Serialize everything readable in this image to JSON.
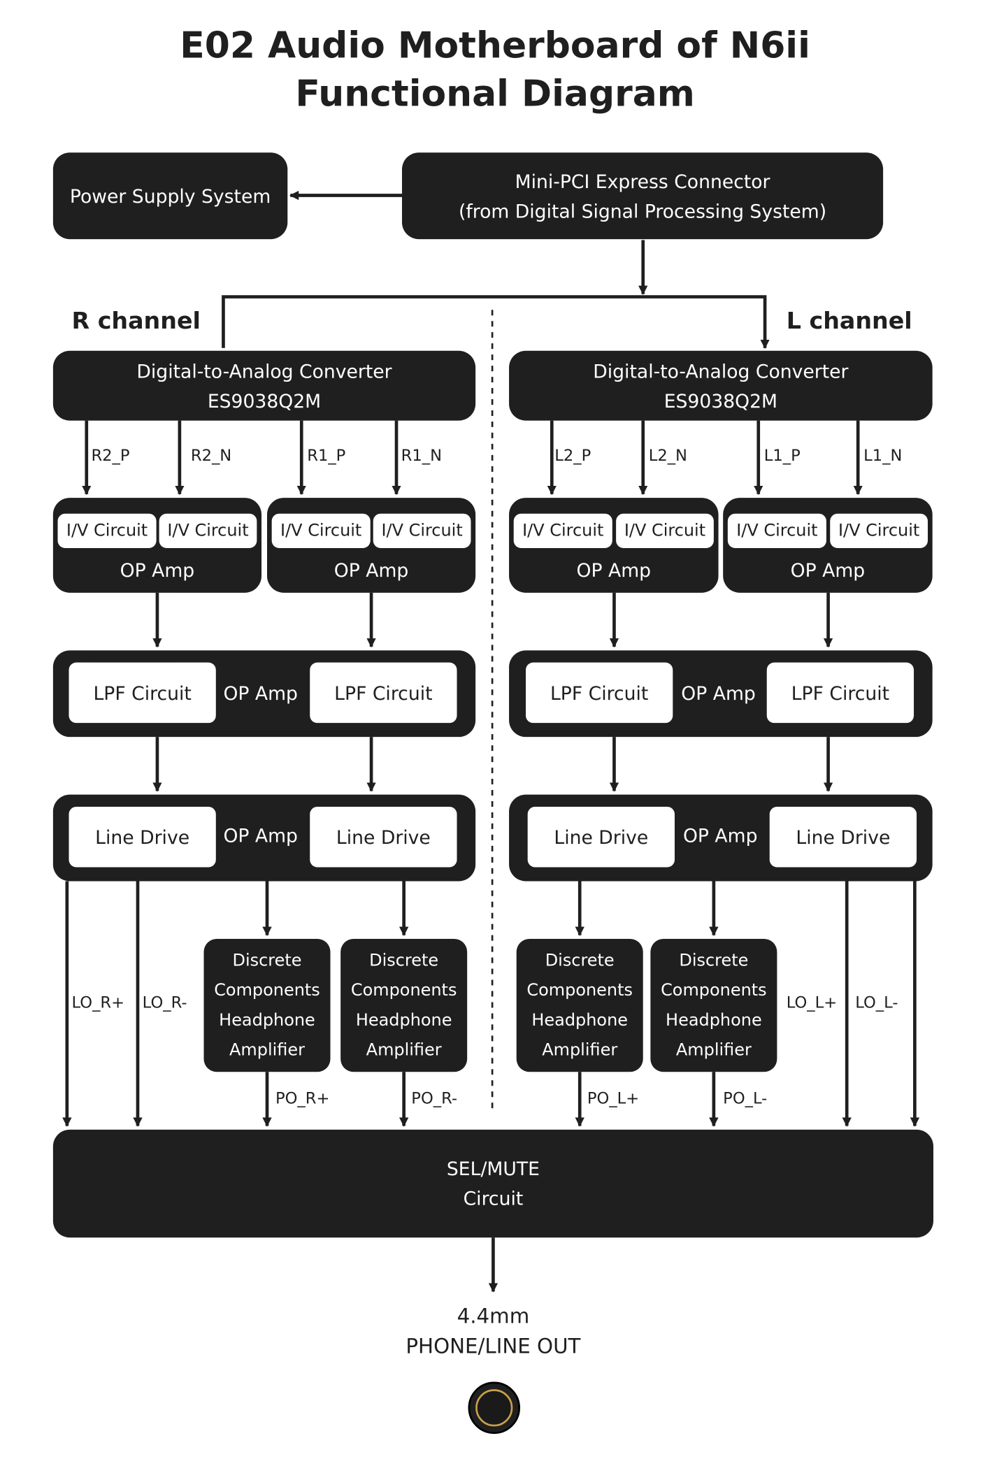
{
  "title": {
    "line1": "E02 Audio Motherboard of N6ii",
    "line2": "Functional Diagram"
  },
  "power": {
    "label": "Power Supply System"
  },
  "connector": {
    "line1": "Mini-PCI Express Connector",
    "line2": "(from Digital Signal Processing System)"
  },
  "channels": {
    "right": "R channel",
    "left": "L channel"
  },
  "dac": {
    "line1": "Digital-to-Analog Converter",
    "line2": "ES9038Q2M"
  },
  "signals": {
    "r2p": "R2_P",
    "r2n": "R2_N",
    "r1p": "R1_P",
    "r1n": "R1_N",
    "l2p": "L2_P",
    "l2n": "L2_N",
    "l1p": "L1_P",
    "l1n": "L1_N"
  },
  "iv": {
    "label": "I/V Circuit"
  },
  "op_amp": "OP Amp",
  "lpf": {
    "label": "LPF Circuit"
  },
  "line_drive": {
    "label": "Line Drive"
  },
  "headphone_amp": {
    "line1": "Discrete",
    "line2": "Components",
    "line3": "Headphone",
    "line4": "Amplifier"
  },
  "outputs": {
    "lo_r_plus": "LO_R+",
    "lo_r_minus": "LO_R-",
    "lo_l_plus": "LO_L+",
    "lo_l_minus": "LO_L-",
    "po_r_plus": "PO_R+",
    "po_r_minus": "PO_R-",
    "po_l_plus": "PO_L+",
    "po_l_minus": "PO_L-"
  },
  "sel_mute": {
    "line1": "SEL/MUTE",
    "line2": "Circuit"
  },
  "output_jack": {
    "line1": "4.4mm",
    "line2": "PHONE/LINE OUT"
  },
  "colors": {
    "block": "#1f1f1f",
    "jack_ring": "#c9a14a"
  },
  "icons": {
    "jack": "headphone-jack-icon"
  }
}
